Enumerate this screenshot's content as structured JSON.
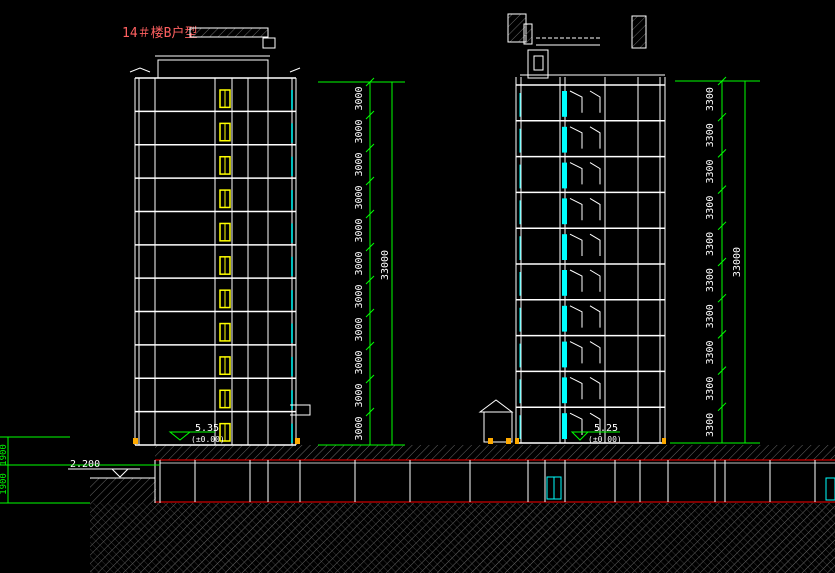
{
  "drawing": {
    "building_tag": "14＃楼B户型",
    "colors": {
      "background": "#000000",
      "structure": "#ffffff",
      "dimension": "#00ff00",
      "window_yellow": "#ffff00",
      "glass_cyan": "#00ffff",
      "ground_red": "#ff0000",
      "tag_red": "#ff6060",
      "hatch": "#808080"
    },
    "left_building": {
      "floor_heights": [
        "3000",
        "3000",
        "3000",
        "3000",
        "3000",
        "3000",
        "3000",
        "3000",
        "3000",
        "3000",
        "3000"
      ],
      "total_height": "33000",
      "elevation_mark": "5.35",
      "elevation_sub": "(±0.00)",
      "floor_count": 11
    },
    "right_building": {
      "floor_heights": [
        "3300",
        "3300",
        "3300",
        "3300",
        "3300",
        "3300",
        "3300",
        "3300",
        "3300",
        "3300"
      ],
      "total_height": "33000",
      "elevation_mark": "5.25",
      "elevation_sub": "(±0.00)",
      "floor_count": 10
    },
    "site": {
      "level_mark": "2.200",
      "left_dims": [
        "1900",
        "1900"
      ]
    }
  }
}
